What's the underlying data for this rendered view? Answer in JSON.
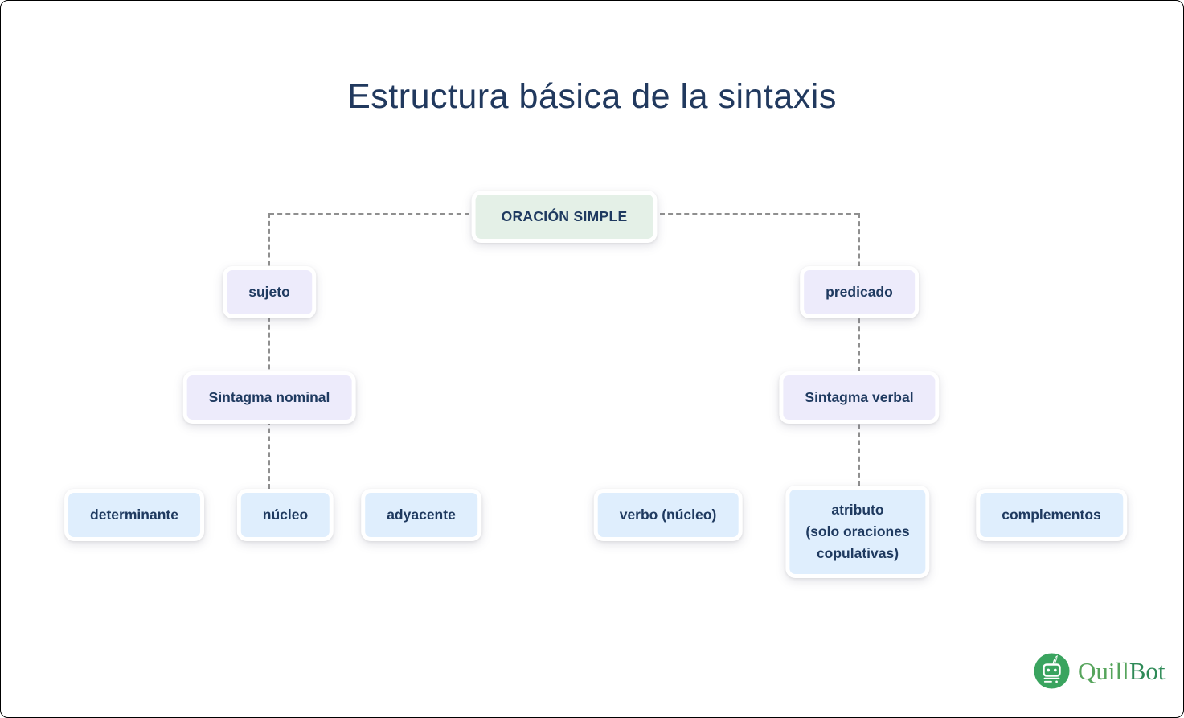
{
  "title": "Estructura básica de la sintaxis",
  "diagram": {
    "type": "tree",
    "connector_style": "dashed",
    "connector_color": "#8f8f8f",
    "text_color": "#1f3a60",
    "root": {
      "id": "oracion-simple",
      "label": "ORACIÓN SIMPLE",
      "color": "#e4f0e7",
      "children": [
        {
          "id": "sujeto",
          "label": "sujeto",
          "color": "#edebfb",
          "children": [
            {
              "id": "sintagma-nominal",
              "label": "Sintagma nominal",
              "color": "#edebfb",
              "children": [
                {
                  "id": "determinante",
                  "label": "determinante",
                  "color": "#dfeefd"
                },
                {
                  "id": "nucleo",
                  "label": "núcleo",
                  "color": "#dfeefd"
                },
                {
                  "id": "adyacente",
                  "label": "adyacente",
                  "color": "#dfeefd"
                }
              ]
            }
          ]
        },
        {
          "id": "predicado",
          "label": "predicado",
          "color": "#edebfb",
          "children": [
            {
              "id": "sintagma-verbal",
              "label": "Sintagma verbal",
              "color": "#edebfb",
              "children": [
                {
                  "id": "verbo-nucleo",
                  "label": "verbo (núcleo)",
                  "color": "#dfeefd"
                },
                {
                  "id": "atributo",
                  "label": "atributo\n(solo oraciones\ncopulativas)",
                  "color": "#dfeefd"
                },
                {
                  "id": "complementos",
                  "label": "complementos",
                  "color": "#dfeefd"
                }
              ]
            }
          ]
        }
      ]
    }
  },
  "logo": {
    "icon": "quillbot-robot-icon",
    "icon_color": "#3aa45f",
    "brand_part1": "Quill",
    "brand_part2": "Bot",
    "brand_color1": "#56a45c",
    "brand_color2": "#2e8a57"
  }
}
